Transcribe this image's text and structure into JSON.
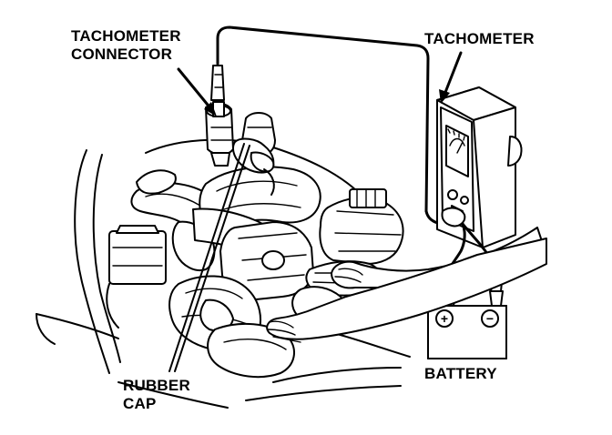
{
  "labels": {
    "tachometer_connector": [
      "TACHOMETER",
      "CONNECTOR"
    ],
    "tachometer": "TACHOMETER",
    "battery": "BATTERY",
    "rubber_cap": [
      "RUBBER",
      "CAP"
    ]
  },
  "battery_terminals": {
    "positive": "+",
    "negative": "−"
  }
}
